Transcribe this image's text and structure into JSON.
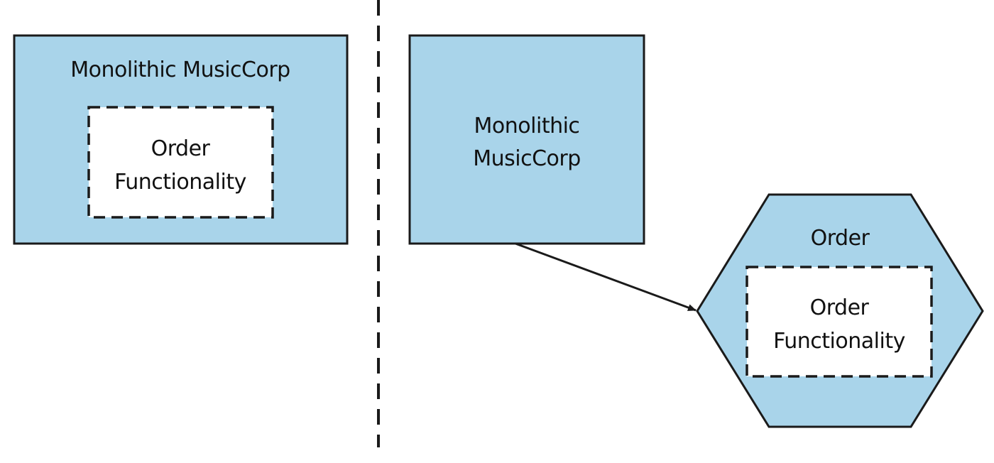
{
  "colors": {
    "box_fill": "#a9d4ea",
    "stroke": "#1a1a1a",
    "inner_fill": "#ffffff",
    "background": "#ffffff"
  },
  "left_panel": {
    "monolith_label": "Monolithic MusicCorp",
    "inner_line1": "Order",
    "inner_line2": "Functionality"
  },
  "right_panel": {
    "monolith_line1": "Monolithic",
    "monolith_line2": "MusicCorp",
    "service_label": "Order",
    "inner_line1": "Order",
    "inner_line2": "Functionality"
  }
}
